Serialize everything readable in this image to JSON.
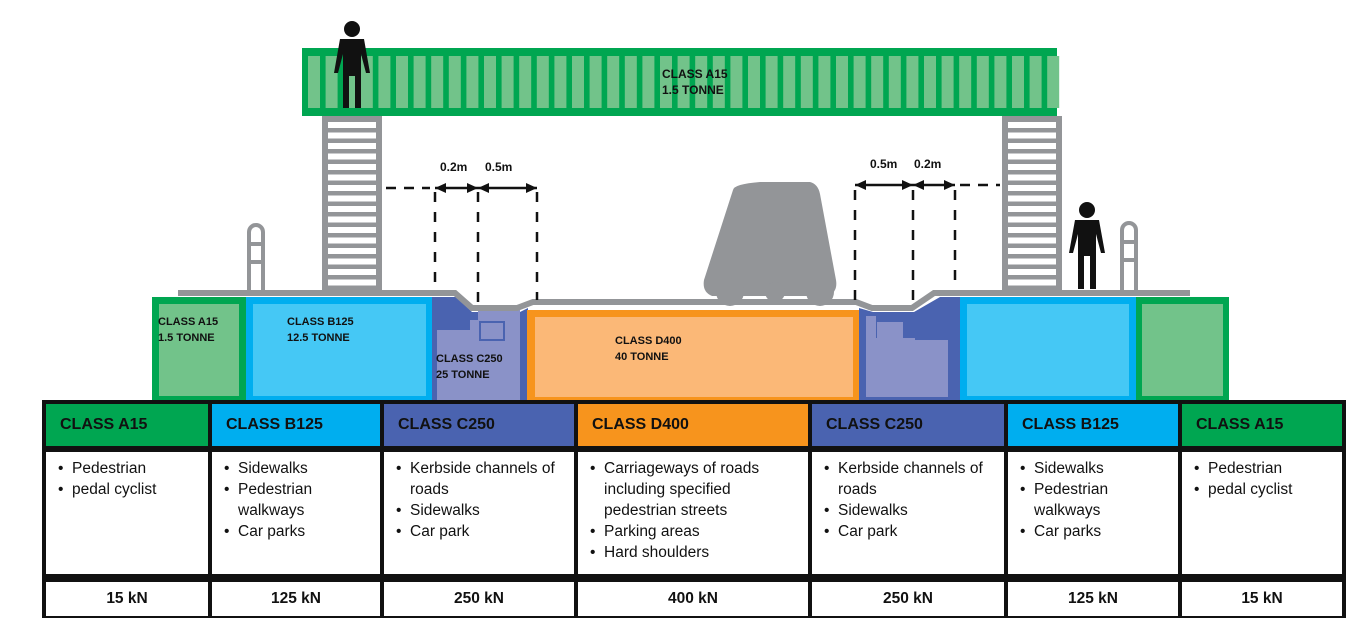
{
  "colors": {
    "a15": "#00a651",
    "a15_light": "#72c38a",
    "b125": "#00aeef",
    "b125_light": "#45c8f5",
    "c250": "#4a63b0",
    "c250_light": "#8a92c8",
    "d400": "#f7941d",
    "d400_light": "#fbb877",
    "grey": "#939598",
    "black": "#111111"
  },
  "diagram": {
    "bridge_label": {
      "line1": "CLASS A15",
      "line2": "1.5 TONNE"
    },
    "zone_labels": [
      {
        "id": "a15-left",
        "line1": "CLASS A15",
        "line2": "1.5 TONNE"
      },
      {
        "id": "b125-left",
        "line1": "CLASS B125",
        "line2": "12.5 TONNE"
      },
      {
        "id": "c250-left",
        "line1": "CLASS C250",
        "line2": "25 TONNE"
      },
      {
        "id": "d400",
        "line1": "CLASS D400",
        "line2": "40 TONNE"
      }
    ],
    "dimensions_left": [
      "0.2m",
      "0.5m"
    ],
    "dimensions_right": [
      "0.5m",
      "0.2m"
    ]
  },
  "table": {
    "columns": [
      {
        "key": "a15",
        "header": "CLASS A15",
        "items": [
          "Pedestrian",
          "pedal cyclist"
        ],
        "load": "15 kN"
      },
      {
        "key": "b125",
        "header": "CLASS B125",
        "items": [
          "Sidewalks",
          "Pedestrian walkways",
          "Car parks"
        ],
        "load": "125 kN"
      },
      {
        "key": "c250",
        "header": "CLASS C250",
        "items": [
          "Kerbside channels of roads",
          "Sidewalks",
          "Car park"
        ],
        "load": "250 kN"
      },
      {
        "key": "d400",
        "header": "CLASS D400",
        "items": [
          "Carriageways of roads including specified pedestrian streets",
          "Parking areas",
          "Hard shoulders"
        ],
        "load": "400 kN"
      },
      {
        "key": "c250",
        "header": "CLASS C250",
        "items": [
          "Kerbside channels of roads",
          "Sidewalks",
          "Car park"
        ],
        "load": "250 kN"
      },
      {
        "key": "b125",
        "header": "CLASS B125",
        "items": [
          "Sidewalks",
          "Pedestrian walkways",
          "Car parks"
        ],
        "load": "125 kN"
      },
      {
        "key": "a15",
        "header": "CLASS A15",
        "items": [
          "Pedestrian",
          "pedal cyclist"
        ],
        "load": "15 kN"
      }
    ]
  }
}
